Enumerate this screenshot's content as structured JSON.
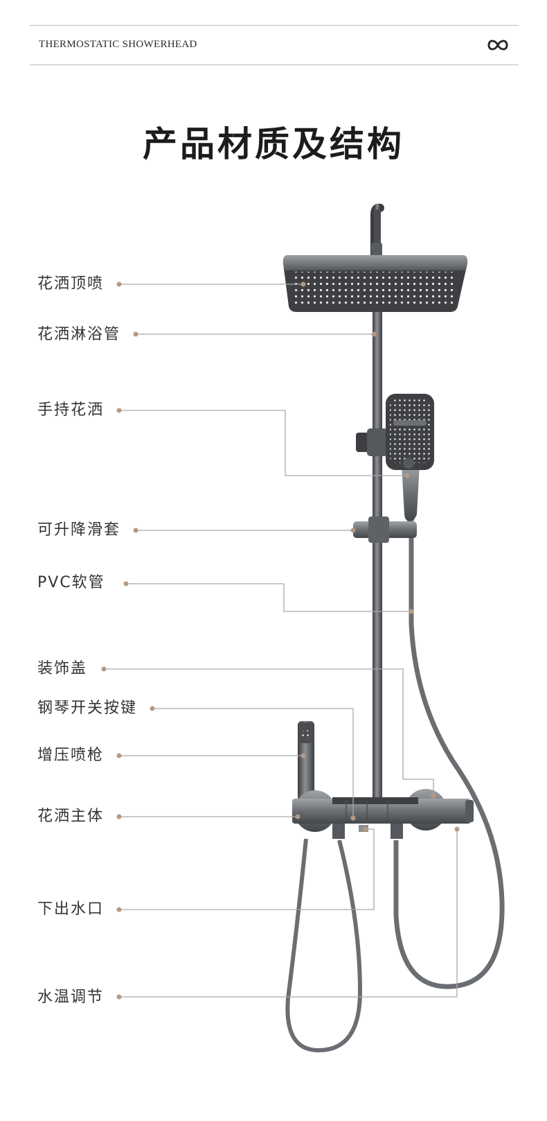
{
  "header": {
    "brand": "THERMOSTATIC SHOWERHEAD",
    "logo_icon": "infinity-icon"
  },
  "page_title": "产品材质及结构",
  "colors": {
    "line": "#a9a9a9",
    "dot": "#b49a84",
    "metal": "#6e7073",
    "metal_dark": "#3f4144"
  },
  "labels": [
    "花洒顶喷",
    "花洒淋浴管",
    "手持花洒",
    "可升降滑套",
    "PVC软管",
    "装饰盖",
    "钢琴开关按键",
    "增压喷枪",
    "花洒主体",
    "下出水口",
    "水温调节"
  ]
}
